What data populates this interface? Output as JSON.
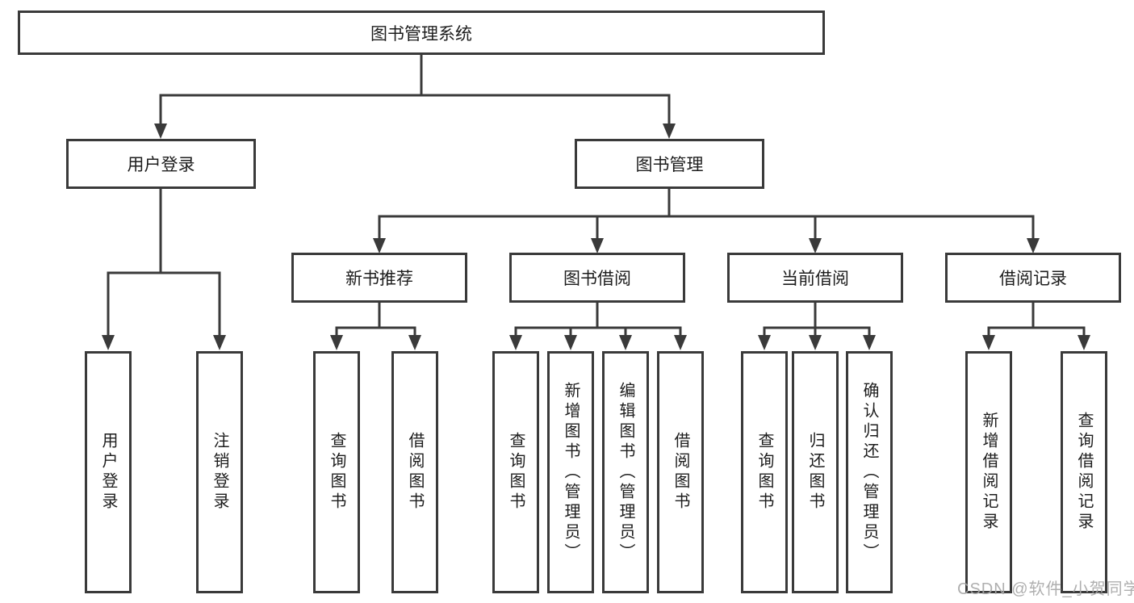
{
  "diagram": {
    "type": "hierarchy-tree",
    "line_color": "#3a3a3a",
    "box_background": "#ffffff",
    "text_color": "#1d1d1d"
  },
  "tree": {
    "label": "图书管理系统",
    "children": [
      {
        "label": "用户登录",
        "children": [
          {
            "label": "用户登录"
          },
          {
            "label": "注销登录"
          }
        ]
      },
      {
        "label": "图书管理",
        "children": [
          {
            "label": "新书推荐",
            "children": [
              {
                "label": "查询图书"
              },
              {
                "label": "借阅图书"
              }
            ]
          },
          {
            "label": "图书借阅",
            "children": [
              {
                "label": "查询图书"
              },
              {
                "label": "新增图书（管理员）"
              },
              {
                "label": "编辑图书（管理员）"
              },
              {
                "label": "借阅图书"
              }
            ]
          },
          {
            "label": "当前借阅",
            "children": [
              {
                "label": "查询图书"
              },
              {
                "label": "归还图书"
              },
              {
                "label": "确认归还（管理员）"
              }
            ]
          },
          {
            "label": "借阅记录",
            "children": [
              {
                "label": "新增借阅记录"
              },
              {
                "label": "查询借阅记录"
              }
            ]
          }
        ]
      }
    ]
  },
  "watermark": "CSDN @软件_小贺同学"
}
